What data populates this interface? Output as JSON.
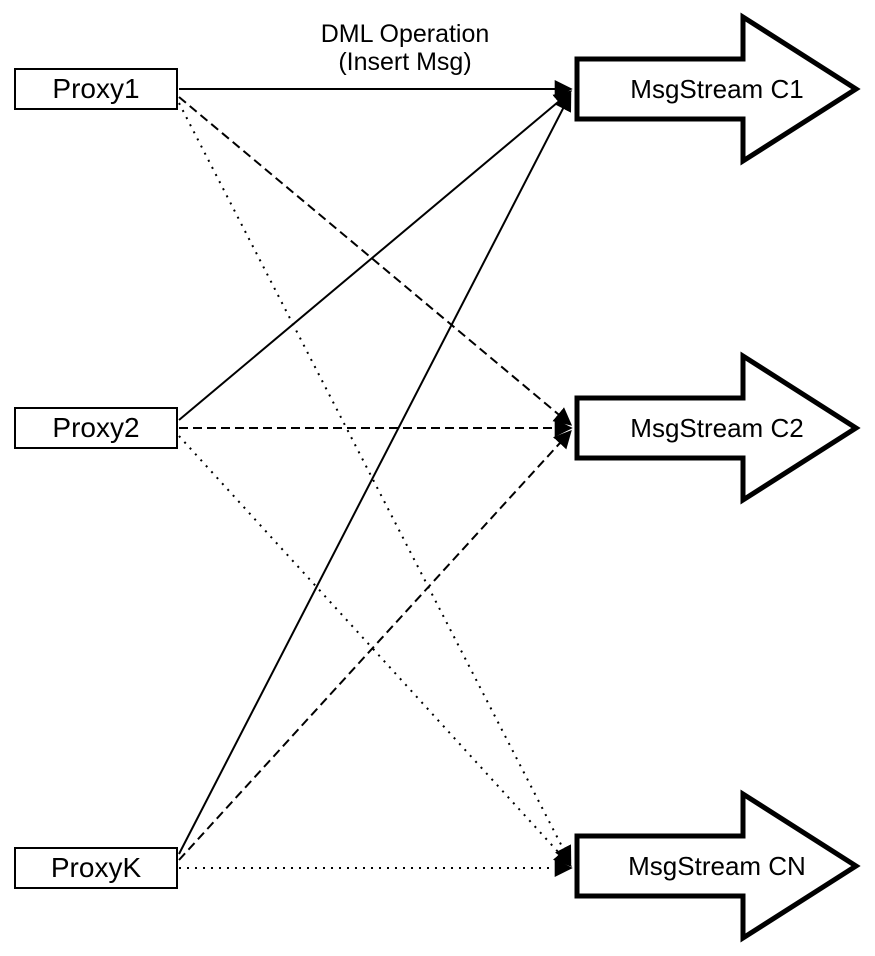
{
  "diagram": {
    "background_color": "#ffffff",
    "stroke_color": "#000000",
    "label": {
      "line1": "DML Operation",
      "line2": "(Insert Msg)"
    },
    "proxies": [
      {
        "id": "proxy1",
        "label": "Proxy1"
      },
      {
        "id": "proxy2",
        "label": "Proxy2"
      },
      {
        "id": "proxyK",
        "label": "ProxyK"
      }
    ],
    "streams": [
      {
        "id": "c1",
        "label": "MsgStream C1",
        "incoming_line_style": "solid"
      },
      {
        "id": "c2",
        "label": "MsgStream C2",
        "incoming_line_style": "dashed"
      },
      {
        "id": "cn",
        "label": "MsgStream CN",
        "incoming_line_style": "dotted"
      }
    ],
    "connections": [
      {
        "from": "proxy1",
        "to": "c1",
        "style": "solid",
        "label": "DML Operation (Insert Msg)"
      },
      {
        "from": "proxy2",
        "to": "c1",
        "style": "solid"
      },
      {
        "from": "proxyK",
        "to": "c1",
        "style": "solid"
      },
      {
        "from": "proxy1",
        "to": "c2",
        "style": "dashed"
      },
      {
        "from": "proxy2",
        "to": "c2",
        "style": "dashed"
      },
      {
        "from": "proxyK",
        "to": "c2",
        "style": "dashed"
      },
      {
        "from": "proxy1",
        "to": "cn",
        "style": "dotted"
      },
      {
        "from": "proxy2",
        "to": "cn",
        "style": "dotted"
      },
      {
        "from": "proxyK",
        "to": "cn",
        "style": "dotted"
      }
    ]
  }
}
